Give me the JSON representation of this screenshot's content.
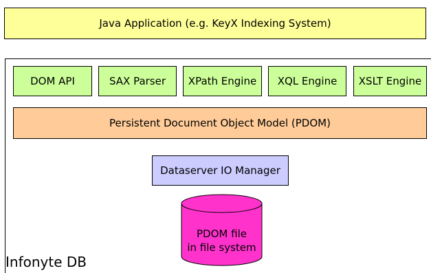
{
  "app": {
    "label": "Java Application (e.g. KeyX Indexing System)"
  },
  "engines": [
    {
      "label": "DOM API"
    },
    {
      "label": "SAX Parser"
    },
    {
      "label": "XPath Engine"
    },
    {
      "label": "XQL Engine"
    },
    {
      "label": "XSLT Engine"
    }
  ],
  "pdom": {
    "label": "Persistent Document Object Model (PDOM)"
  },
  "io_manager": {
    "label": "Dataserver IO Manager"
  },
  "storage": {
    "line1": "PDOM file",
    "line2": "in file system"
  },
  "db_label": "Infonyte DB",
  "colors": {
    "app": "#ffff99",
    "engines": "#ccff99",
    "pdom": "#ffcc99",
    "io_manager": "#ccccff",
    "storage": "#ff33cc"
  }
}
